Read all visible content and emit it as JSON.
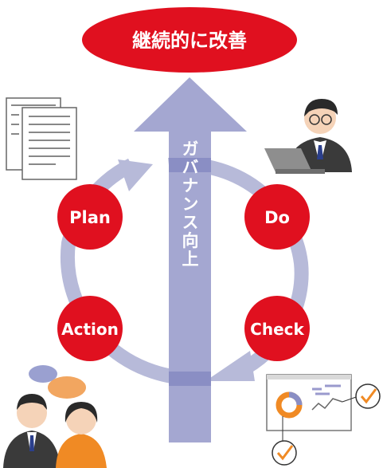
{
  "goal": {
    "label": "継続的に改善"
  },
  "axis": {
    "label": "ガバナンス向上"
  },
  "cycle": {
    "plan": "Plan",
    "do": "Do",
    "check": "Check",
    "action": "Action"
  },
  "colors": {
    "accent_red": "#e0101f",
    "ring": "#b7bad9",
    "arrow": "#a4a7d1",
    "overlap": "#8a8ec4"
  },
  "icons": [
    "documents-icon",
    "person-at-laptop-icon",
    "dashboard-icon",
    "two-people-chat-icon"
  ]
}
